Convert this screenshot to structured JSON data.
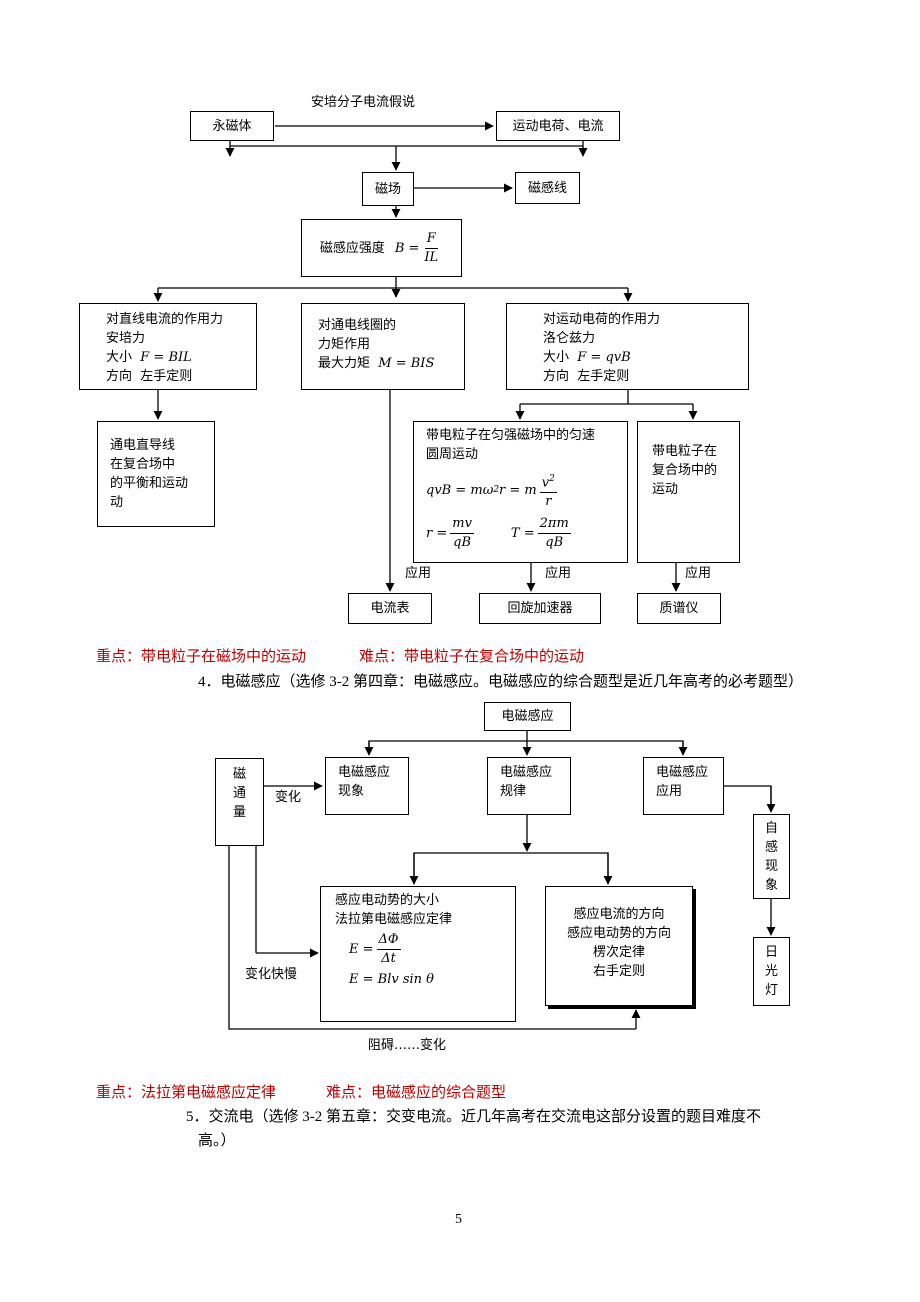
{
  "d1": {
    "hypothesis_label": "安培分子电流假说",
    "permanent_magnet": "永磁体",
    "moving_charge": "运动电荷、电流",
    "field": "磁场",
    "field_lines": "磁感线",
    "b_label": "磁感应强度",
    "b_lhs": "B =",
    "b_num": "F",
    "b_den": "IL",
    "wire": {
      "title": "对直线电流的作用力",
      "sub": "安培力",
      "size_label": "大小",
      "size_formula": "F = BIL",
      "dir_label": "方向",
      "dir_value": "左手定则"
    },
    "coil": {
      "line1": "对通电线圈的",
      "line2": "力矩作用",
      "max_label": "最大力矩",
      "max_formula": "M = BIS"
    },
    "charge": {
      "title": "对运动电荷的作用力",
      "sub": "洛仑兹力",
      "size_label": "大小",
      "size_formula": "F = qvB",
      "dir_label": "方向",
      "dir_value": "左手定则"
    },
    "wire_motion": [
      "通电直导线",
      "在复合场中",
      "的平衡和运动"
    ],
    "wire_motion_last": "动",
    "circular": {
      "line1": "带电粒子在匀强磁场中的匀速",
      "line2": "圆周运动",
      "eq1_a": "qvB = mω",
      "eq1_sup": "2",
      "eq1_b": "r = m",
      "eq1_num": "v",
      "eq1_num_sup": "2",
      "eq1_den": "r",
      "eq2_lhs": "r =",
      "eq2_num": "mv",
      "eq2_den": "qB",
      "eq3_lhs": "T =",
      "eq3_num": "2πm",
      "eq3_den": "qB"
    },
    "composite": [
      "带电粒子在",
      "复合场中的",
      "运动"
    ],
    "apply": "应用",
    "ammeter": "电流表",
    "cyclotron": "回旋加速器",
    "spectrometer": "质谱仪"
  },
  "note1": {
    "key": "重点：带电粒子在磁场中的运动",
    "hard": "难点：带电粒子在复合场中的运动"
  },
  "section4": "4．电磁感应（选修 3-2 第四章：电磁感应。电磁感应的综合题型是近几年高考的必考题型）",
  "d2": {
    "top": "电磁感应",
    "flux": [
      "磁",
      "通",
      "量"
    ],
    "change": "变化",
    "phenomenon": [
      "电磁感应",
      "现象"
    ],
    "law": [
      "电磁感应",
      "规律"
    ],
    "application": [
      "电磁感应",
      "应用"
    ],
    "self_induction": [
      "自",
      "感",
      "现",
      "象"
    ],
    "fluorescent": [
      "日",
      "光",
      "灯"
    ],
    "emf": {
      "line1": "感应电动势的大小",
      "line2": "法拉第电磁感应定律",
      "eq1_lhs": "E =",
      "eq1_num": "ΔΦ",
      "eq1_den": "Δt",
      "eq2": "E = Blv sin θ"
    },
    "direction": [
      "感应电流的方向",
      "感应电动势的方向",
      "楞次定律",
      "右手定则"
    ],
    "speed": "变化快慢",
    "oppose": "阻碍……变化"
  },
  "note2": {
    "key": "重点：法拉第电磁感应定律",
    "hard": "难点：电磁感应的综合题型"
  },
  "section5_line1": "5．交流电（选修 3-2 第五章：交变电流。近几年高考在交流电这部分设置的题目难度不",
  "section5_line2": "高。）",
  "page_number": "5"
}
